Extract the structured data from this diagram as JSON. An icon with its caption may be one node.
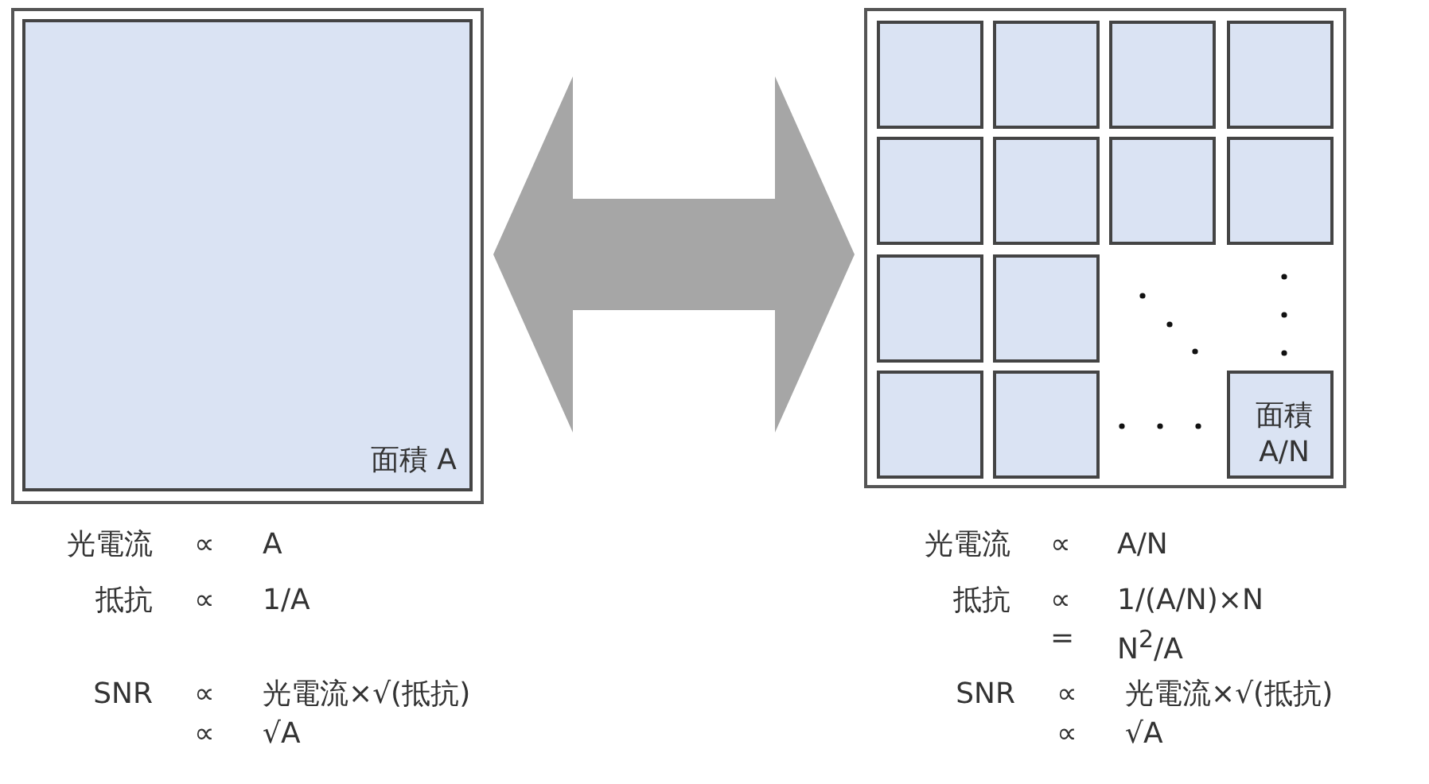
{
  "diagram": {
    "nodes": [
      {
        "text": [],
        "shape": "box"
      },
      {
        "text": [
          "面積 A"
        ],
        "in": 0
      },
      {
        "text": [],
        "shape": "box"
      },
      {
        "text": [],
        "shape": "box",
        "in": 2
      },
      {
        "text": [],
        "shape": "box",
        "in": 2
      },
      {
        "text": [],
        "shape": "box",
        "in": 2
      },
      {
        "text": [],
        "shape": "box",
        "in": 2
      },
      {
        "text": [],
        "shape": "box",
        "in": 2
      },
      {
        "text": [],
        "shape": "box",
        "in": 2
      },
      {
        "text": [],
        "shape": "box",
        "in": 2
      },
      {
        "text": [],
        "shape": "box",
        "in": 2
      },
      {
        "text": [],
        "shape": "box",
        "in": 2
      },
      {
        "text": [],
        "shape": "box",
        "in": 2
      },
      {
        "text": [],
        "shape": "box",
        "in": 2
      },
      {
        "text": [],
        "shape": "box",
        "in": 2
      },
      {
        "text": [
          "面積 A/N"
        ],
        "in": 2
      }
    ],
    "edges": [
      {
        "from": 0,
        "to": 2,
        "arrow": "both"
      }
    ],
    "labels": [
      "光電流",
      "∝",
      "A",
      "抵抗",
      "∝",
      "1/A",
      "SNR",
      "∝",
      "光電流×√(抵抗)",
      "∝",
      "√A",
      "光電流",
      "∝",
      "A/N",
      "抵抗",
      "∝",
      "1/(A/N)×N",
      "=",
      "N$^{2}$/A",
      "SNR",
      "∝",
      "光電流×√(抵抗)",
      "∝",
      "√A"
    ]
  }
}
